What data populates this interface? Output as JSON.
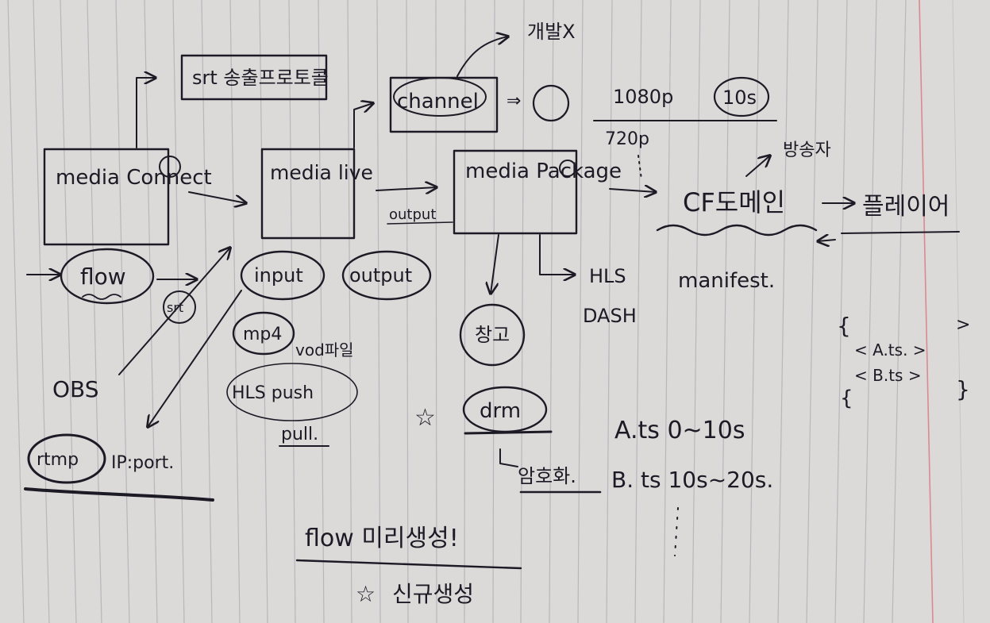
{
  "media_connect": "media Connect",
  "flow": "flow",
  "srt_small": "srt",
  "obs": "OBS",
  "rtmp": "rtmp",
  "ip_port": "IP:port.",
  "srt_protocol": "srt 송출프로토콜",
  "media_live": "media live",
  "input": "input",
  "output_oval": "output",
  "output_arrow": "output",
  "mp4": "mp4",
  "vod_note": "vod파일",
  "hls_push": "HLS push",
  "pull": "pull.",
  "channel": "channel",
  "channel_note": "개발X",
  "media_package": "media Package",
  "resolution_1080": "1080p",
  "resolution_720": "720p",
  "seconds_10": "10s",
  "cf_domain": "CF도메인",
  "player": "플레이어",
  "broadcaster": "방송자",
  "manifest": "manifest.",
  "hls": "HLS",
  "dash": "DASH",
  "storage": "창고",
  "drm": "drm",
  "encrypt": "암호화.",
  "a_ts": "A.ts 0~10s",
  "b_ts": "B. ts 10s~20s.",
  "bracket_a": "< A.ts. >",
  "bracket_b": "< B.ts >",
  "flow_note": "flow 미리생성!",
  "new_note": "신규생성"
}
